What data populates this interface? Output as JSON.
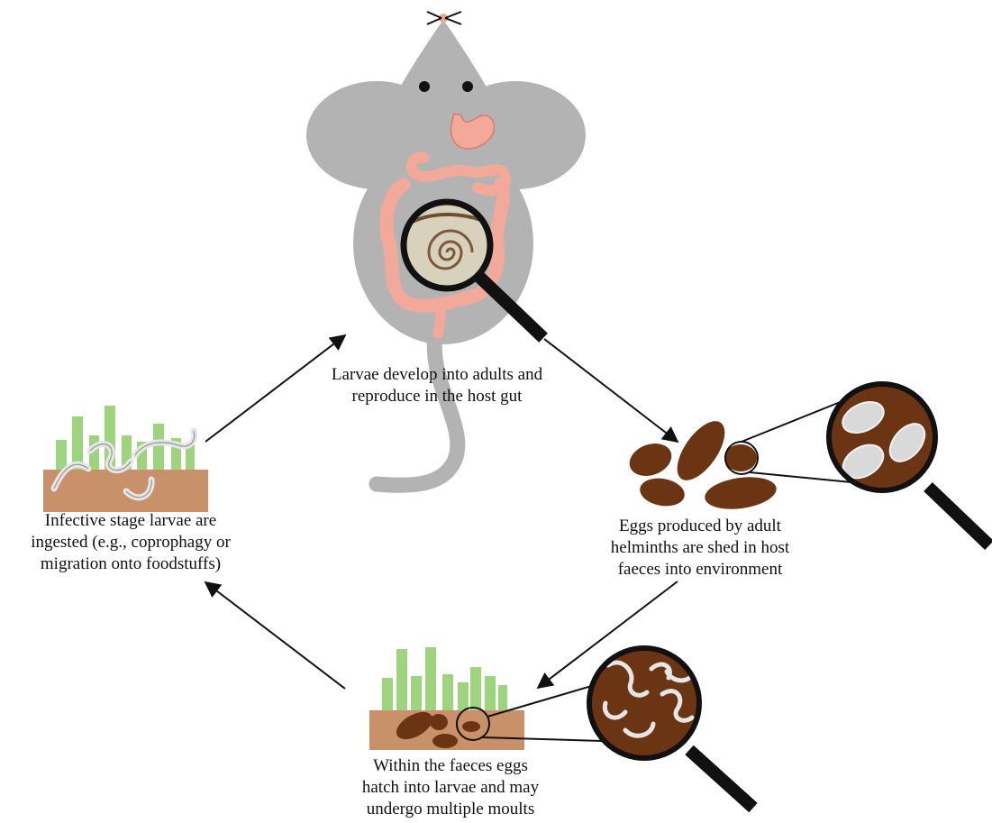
{
  "labels": {
    "adult": [
      "Larvae develop into adults and",
      "reproduce in the host gut"
    ],
    "eggs": [
      "Eggs produced by adult",
      "helminths are shed in host",
      "faeces into environment"
    ],
    "hatch": [
      "Within the faeces eggs",
      "hatch into larvae and may",
      "undergo multiple moults"
    ],
    "infective": [
      "Infective stage larvae are",
      "ingested (e.g., coprophagy or",
      "migration onto foodstuffs)"
    ]
  },
  "colors": {
    "mouse": "#b3b3b3",
    "gut": "#f2a99a",
    "faeces": "#6b3413",
    "soil": "#c8916a",
    "grass": "#9fd47f",
    "larva": "#e6e6e6",
    "egg": "#d9d9d9",
    "arrow": "#111111",
    "lens_frame": "#111111"
  }
}
